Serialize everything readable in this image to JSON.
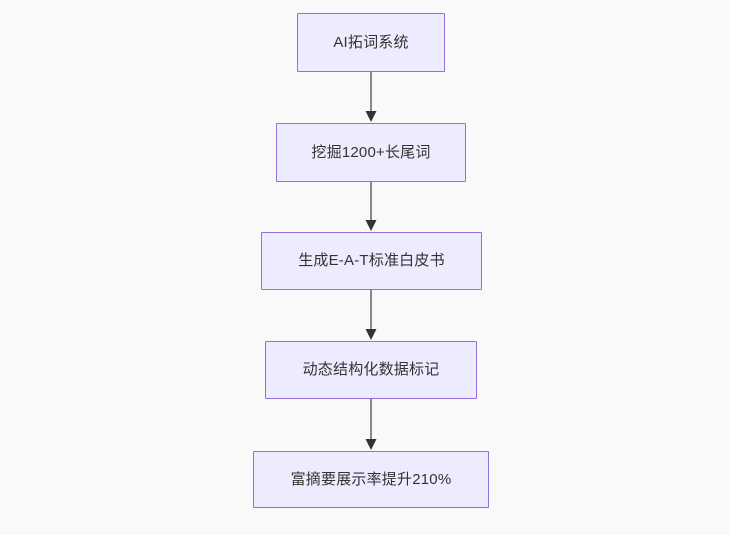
{
  "diagram": {
    "type": "flowchart",
    "orientation": "top-to-bottom",
    "background_color": "#f9f9f9",
    "node_fill_color": "#ececfe",
    "node_border_color": "#9370db",
    "node_text_color": "#333333",
    "edge_line_color": "#888888",
    "edge_arrow_color": "#333333",
    "nodes": [
      {
        "id": "n1",
        "label": "AI拓词系统"
      },
      {
        "id": "n2",
        "label": "挖掘1200+长尾词"
      },
      {
        "id": "n3",
        "label": "生成E-A-T标准白皮书"
      },
      {
        "id": "n4",
        "label": "动态结构化数据标记"
      },
      {
        "id": "n5",
        "label": "富摘要展示率提升210%"
      }
    ],
    "edges": [
      {
        "from": "n1",
        "to": "n2",
        "label": ""
      },
      {
        "from": "n2",
        "to": "n3",
        "label": ""
      },
      {
        "from": "n3",
        "to": "n4",
        "label": ""
      },
      {
        "from": "n4",
        "to": "n5",
        "label": ""
      }
    ]
  }
}
